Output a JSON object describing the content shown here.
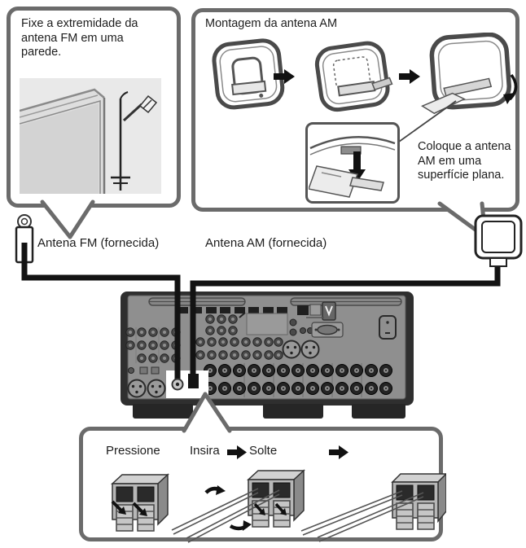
{
  "colors": {
    "bubble_border": "#6b6b6b",
    "receiver_shell": "#2f2f2f",
    "receiver_panel": "#8f8f8f",
    "cable": "#131313"
  },
  "fm_wall_bubble": {
    "text": "Fixe a extremidade da antena FM em uma parede."
  },
  "am_assembly_bubble": {
    "title": "Montagem da antena AM",
    "note": "Coloque a antena AM em uma superfície plana."
  },
  "antenna_labels": {
    "fm": "Antena FM (fornecida)",
    "am": "Antena AM (fornecida)"
  },
  "terminal_bubble": {
    "press": "Pressione",
    "insert": "Insira",
    "release": "Solte"
  },
  "icons": {
    "step_arrow": "arrow-right-icon",
    "insert_arrow": "arrow-down-icon",
    "rotate_arrow": "rotate-arrow-icon"
  }
}
